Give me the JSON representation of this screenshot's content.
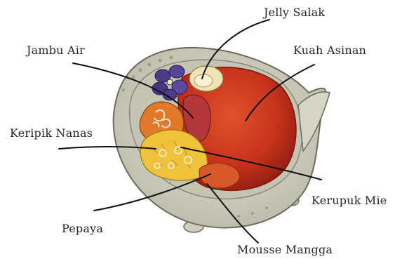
{
  "labels": {
    "jelly_salak": "Jelly Salak",
    "jambu_air": "Jambu Air",
    "kuah_asinan": "Kuah Asinan",
    "keripik_nanas": "Keripik Nanas",
    "kerupuk_mie": "Kerupuk Mie",
    "pepaya": "Pepaya",
    "mousse_mangga": "Mousse Mangga"
  },
  "colors": {
    "bowl_rim": "#d9d7c9",
    "bowl_inner": "#c7c9b8",
    "bowl_edge": "#6e6a5e",
    "kuah": "#c8331b",
    "kuah_dark": "#8f1d10",
    "pineapple": "#f0c23a",
    "papaya": "#e07a2a",
    "flower": "#4b3c8a",
    "jambu": "#b3363a",
    "salak": "#e8d8a6",
    "leader_line": "#111111"
  },
  "icons": [
    "bowl-illustration",
    "violet-flower-icon"
  ]
}
